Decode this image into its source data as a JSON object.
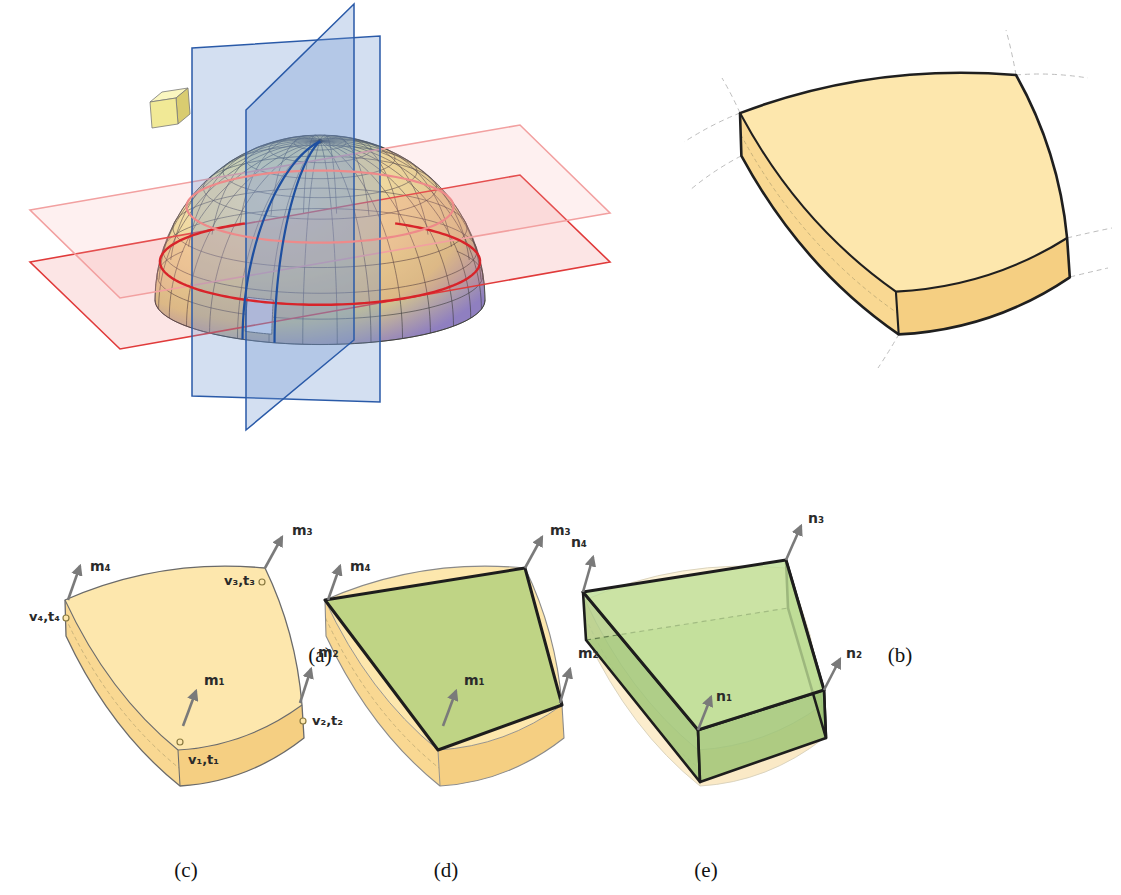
{
  "diagram": {
    "labels": [
      "(a)",
      "(b)",
      "(c)",
      "(d)",
      "(e)",
      "m₄",
      "m₃",
      "v₄,t₄",
      "v₃,t₃",
      "m₁",
      "m₂",
      "v₁,t₁",
      "v₂,t₂",
      "m₄",
      "m₃",
      "m₁",
      "m₂",
      "n₄",
      "n₃",
      "n₁",
      "n₂"
    ]
  }
}
